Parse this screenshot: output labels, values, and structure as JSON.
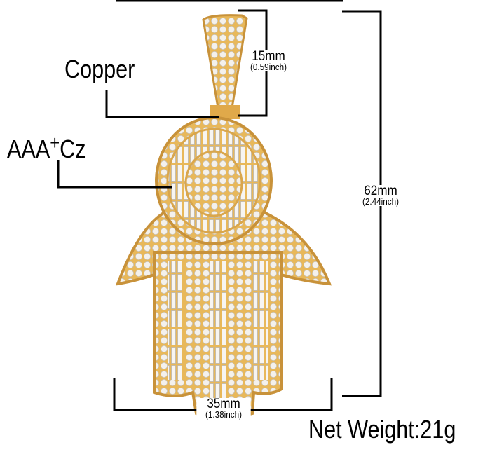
{
  "labels": {
    "material": "Copper",
    "stone_main": "AAA",
    "stone_sup": "+",
    "stone_suffix": "Cz",
    "net_weight": "Net Weight:21g"
  },
  "dimensions": {
    "bale_height": {
      "mm": "15mm",
      "inch": "(0.59inch)"
    },
    "total_height": {
      "mm": "62mm",
      "inch": "(2.44inch)"
    },
    "width": {
      "mm": "35mm",
      "inch": "(1.38inch)"
    }
  },
  "colors": {
    "gold": "#e8b85a",
    "gold_dark": "#c8923a",
    "stone": "#f4f1ec",
    "line": "#000000"
  }
}
